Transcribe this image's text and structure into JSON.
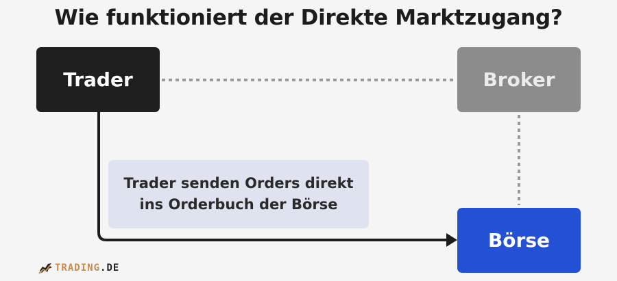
{
  "title": "Wie funktioniert der Direkte Marktzugang?",
  "nodes": {
    "trader": "Trader",
    "broker": "Broker",
    "boerse": "Börse"
  },
  "note": {
    "line1": "Trader senden Orders direkt",
    "line2": "ins Orderbuch der Börse"
  },
  "logo": {
    "word": "TRADING",
    "tld": ".DE"
  },
  "colors": {
    "trader": "#1f1f1f",
    "broker": "#8c8c8c",
    "boerse": "#2451d4",
    "note_bg": "#dfe3ef",
    "logo_accent": "#c98a4b"
  }
}
